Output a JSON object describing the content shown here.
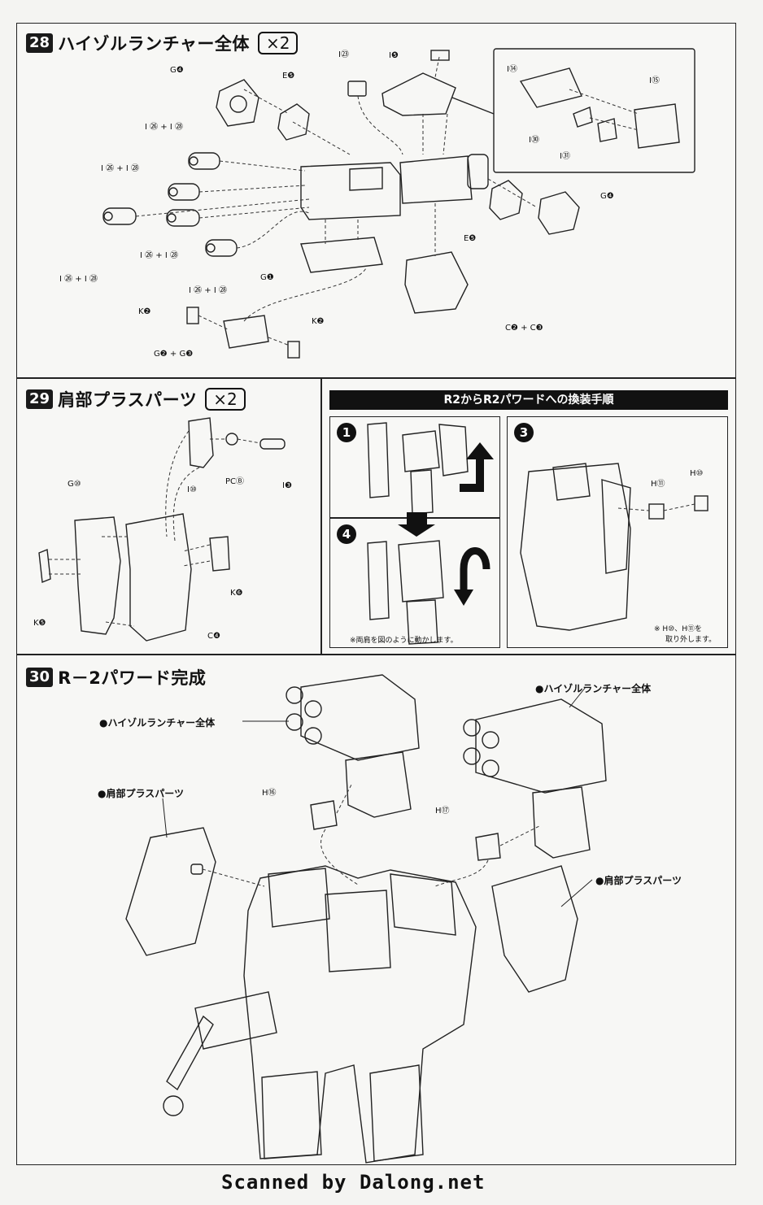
{
  "step28": {
    "num": "28",
    "title": "ハイゾルランチャー全体",
    "mult": "×2",
    "labels": {
      "g4a": "G❹",
      "e5a": "E❺",
      "i23": "I㉓",
      "i5": "I❺",
      "i14": "I⑭",
      "i15": "I⑮",
      "i30": "I㉚",
      "i31": "I㉛",
      "i26_28a": "I ㉖ + I ㉘",
      "i26_28b": "I ㉖ + I ㉘",
      "i26_28c": "I ㉖ + I ㉘",
      "i26_28d": "I ㉖ + I ㉘",
      "i26_28e": "I ㉖ + I ㉘",
      "g4b": "G❹",
      "e5b": "E❺",
      "g1": "G❶",
      "k2a": "K❷",
      "k2b": "K❷",
      "g2g3": "G❷ + G❸",
      "c2c3": "C❷ + C❸"
    }
  },
  "step29": {
    "num": "29",
    "title": "肩部プラスパーツ",
    "mult": "×2",
    "labels": {
      "g10": "G⑩",
      "i10": "I⑩",
      "pcb": "PCⒷ",
      "i3": "I❸",
      "k6": "K❻",
      "k5": "K❺",
      "c4": "C❹"
    }
  },
  "conversion": {
    "title": "R2からR2パワードへの換装手順",
    "steps": [
      "1",
      "4",
      "3"
    ],
    "note_move": "※両肩を図のように動かします。",
    "h11": "H⑪",
    "h10": "H⑩",
    "note_remove_1": "※ H⑩、H⑪を",
    "note_remove_2": "取り外します。"
  },
  "step30": {
    "num": "30",
    "title": "R－2パワード完成",
    "labels": {
      "launcher_left": "●ハイゾルランチャー全体",
      "launcher_right": "●ハイゾルランチャー全体",
      "shoulder_left": "●肩部プラスパーツ",
      "shoulder_right": "●肩部プラスパーツ",
      "h16": "H⑯",
      "h17": "H⑰"
    }
  },
  "footer": "Scanned by Dalong.net"
}
